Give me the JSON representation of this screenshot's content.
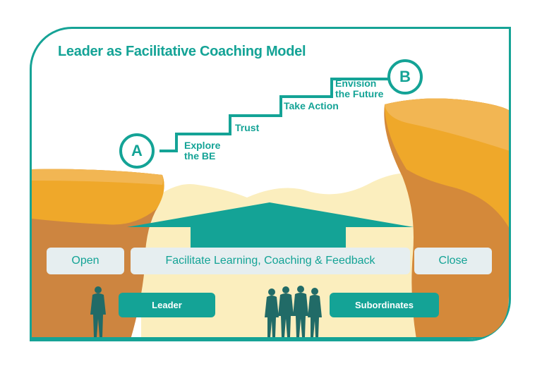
{
  "title": "Leader as Facilitative Coaching Model",
  "points": {
    "start": "A",
    "end": "B"
  },
  "steps": [
    {
      "label_line1": "Explore",
      "label_line2": "the BE"
    },
    {
      "label_line1": "Trust",
      "label_line2": ""
    },
    {
      "label_line1": "Take Action",
      "label_line2": ""
    },
    {
      "label_line1": "Envision",
      "label_line2": "the Future"
    }
  ],
  "bridge": {
    "open": "Open",
    "middle": "Facilitate Learning, Coaching & Feedback",
    "close": "Close"
  },
  "roles": {
    "leader": "Leader",
    "subordinates": "Subordinates"
  },
  "colors": {
    "teal": "#14a396",
    "dark_teal": "#216b67",
    "orange": "#efa82a",
    "light_orange": "#f2b653",
    "dark_orange": "#d4893a",
    "brown": "#cd8540",
    "sand": "#fbeebe",
    "pill_bg": "#e6eef0"
  }
}
